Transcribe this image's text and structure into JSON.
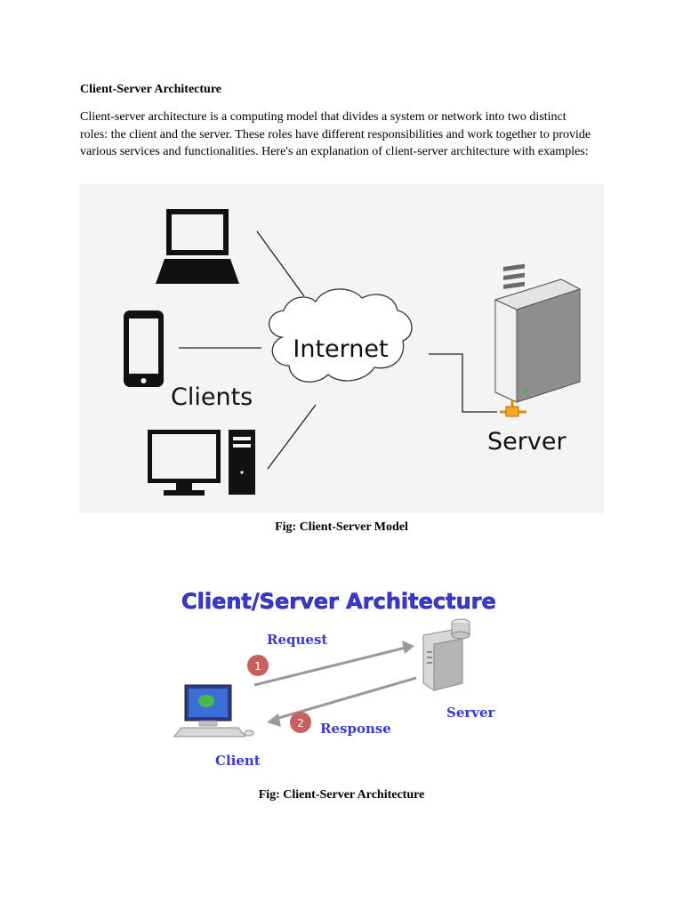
{
  "document": {
    "heading": "Client-Server Architecture",
    "paragraph": "Client-server architecture is a computing model that divides a system or network into two distinct roles: the client and the server. These roles have different responsibilities and work together to provide various services and functionalities. Here's an explanation of client-server architecture with examples:"
  },
  "figure1": {
    "cloud_label": "Internet",
    "clients_label": "Clients",
    "server_label": "Server",
    "caption": "Fig: Client-Server Model"
  },
  "figure2": {
    "title": "Client/Server Architecture",
    "request_label": "Request",
    "response_label": "Response",
    "step1": "1",
    "step2": "2",
    "server_label": "Server",
    "client_label": "Client",
    "caption": "Fig: Client-Server Architecture"
  },
  "colors": {
    "fig2_title": "#3a3ad0",
    "step_badge": "#c96060",
    "arrow": "#999999"
  }
}
